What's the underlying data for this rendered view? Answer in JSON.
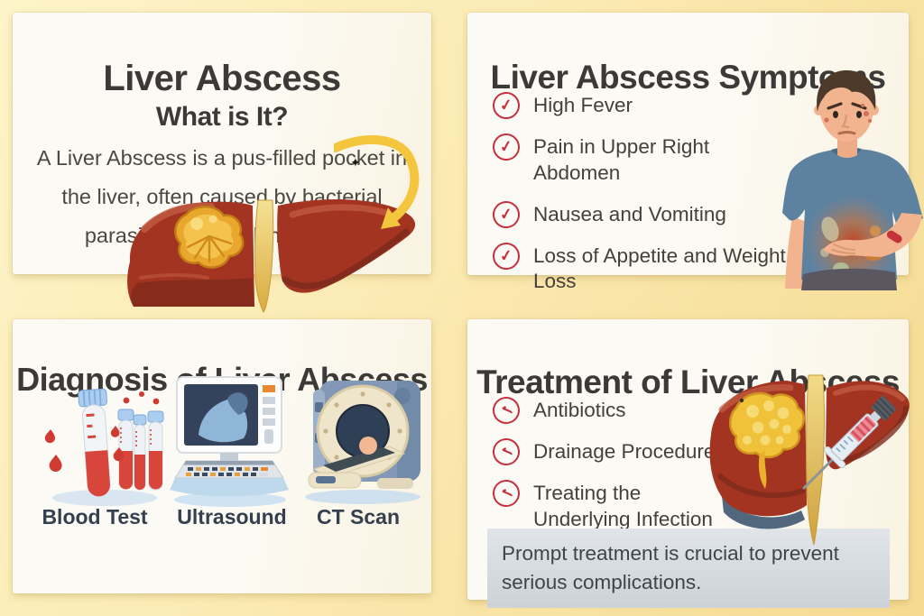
{
  "panels": {
    "what_is_it": {
      "title": "Liver Abscess",
      "subtitle": "What is It?",
      "description": "A Liver Abscess is a pus-filled pocket in the liver, often caused by bacterial parasitic, or fungal infections."
    },
    "symptoms": {
      "title": "Liver Abscess Symptoms",
      "items": [
        "High Fever",
        "Pain in Upper Right Abdomen",
        "Nausea and Vomiting",
        "Loss of Appetite and Weight Loss"
      ]
    },
    "diagnosis": {
      "title": "Diagnosis of Liver Abscess",
      "methods": [
        {
          "label": "Blood Test",
          "icon": "blood-test-tubes-icon"
        },
        {
          "label": "Ultrasound",
          "icon": "ultrasound-machine-icon"
        },
        {
          "label": "CT Scan",
          "icon": "ct-scanner-icon"
        }
      ]
    },
    "treatment": {
      "title": "Treatment of Liver Abscess",
      "items": [
        "Antibiotics",
        "Drainage Procedure",
        "Treating the Underlying Infection"
      ],
      "note": "Prompt treatment is crucial to prevent serious complications."
    }
  },
  "icons": {
    "check": "✓",
    "sparkle": "✦"
  },
  "colors": {
    "background": "#f9e7a8",
    "card": "#fbf9f3",
    "heading": "#3b3a38",
    "body_text": "#4c4742",
    "check_red": "#c5303e",
    "arrow_yellow": "#f3c63e",
    "liver_red": "#a23421",
    "abscess_yellow": "#e9a72e",
    "note_box": "#d7dce1",
    "note_text": "#3f444a"
  }
}
